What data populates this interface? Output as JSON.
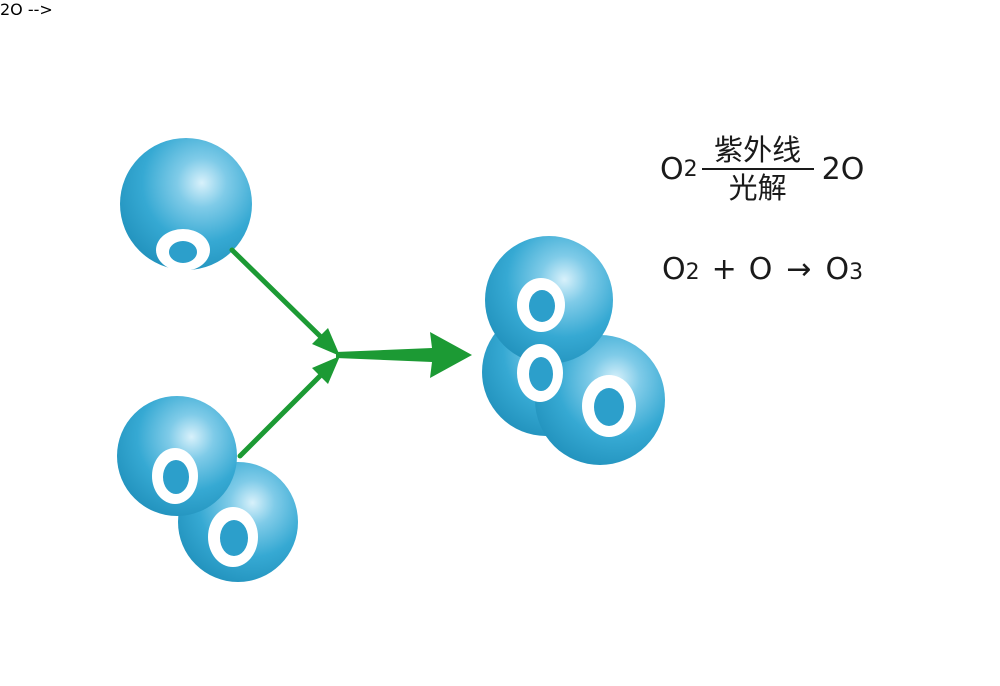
{
  "diagram": {
    "molecules": [
      {
        "name": "oxygen-atom",
        "atoms": 1
      },
      {
        "name": "oxygen-molecule",
        "atoms": 2
      },
      {
        "name": "ozone-molecule",
        "atoms": 3
      }
    ],
    "colors": {
      "sphere_light": "#bfe6f6",
      "sphere_mid": "#3aaed6",
      "sphere_dark": "#1d8fba",
      "ring": "#ffffff",
      "arrow": "#1c9a34"
    }
  },
  "equations": {
    "photolysis": {
      "reactant": "O",
      "reactant_sub": "2",
      "condition_top": "紫外线",
      "condition_bottom": "光解",
      "product": "2O"
    },
    "formation": {
      "reactant1": "O",
      "reactant1_sub": "2",
      "plus": "+",
      "reactant2": "O",
      "arrow": "→",
      "product": "O",
      "product_sub": "3"
    }
  }
}
